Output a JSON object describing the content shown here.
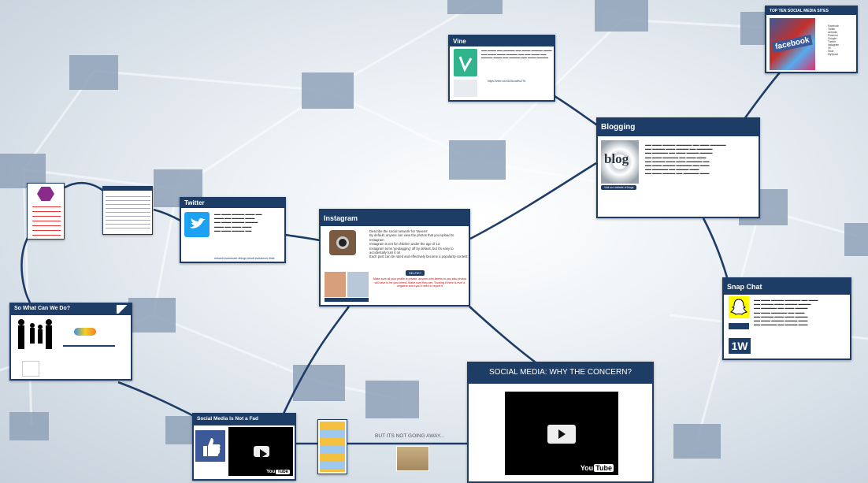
{
  "frames": {
    "vine": {
      "title": "Vine",
      "url": "https://vine.co/v/b25c4aHc2Tb"
    },
    "top_ten": {
      "title": "TOP TEN SOCIAL MEDIA SITES",
      "list": [
        "Facebook",
        "Twitter",
        "LinkedIn",
        "Pinterest",
        "Google+",
        "Tumblr",
        "Instagram",
        "VK",
        "Flickr",
        "MySpace"
      ],
      "image_text": "facebook"
    },
    "blogging": {
      "title": "Blogging",
      "image_text": "blog",
      "cta": "Visit our website of blogs"
    },
    "twitter": {
      "title": "Twitter",
      "footer": "#shanti #celebrate #blogs #stuff #whatever #like"
    },
    "instagram": {
      "title": "Instagram",
      "bullets": [
        "Describe the social network 'for 'tweens'",
        "By default, anyone can view the photos that you upload to Instagram",
        "Instagram is not for children under the age of 13",
        "Instagram turns 'geotagging' off by default, but it's easy to accidentally turn it on",
        "Each post can be rated and effectively become a popularity contest"
      ],
      "button": "SELFIE?",
      "warning": "Make sure all your profile is private, anyone who listens to you also photos will have to be your friend, Make sure they are, Trusting if there is ever a negative word you'll need to report it"
    },
    "snapchat": {
      "title": "Snap Chat",
      "logo": "1W"
    },
    "what_can_we_do": {
      "title": "So What Can We Do?"
    },
    "not_fad": {
      "title": "Social Media Is Not a Fad"
    },
    "why_concern": {
      "title": "SOCIAL MEDIA: WHY THE CONCERN?"
    },
    "going_away": {
      "caption": "BUT ITS NOT GOING AWAY..."
    },
    "youtube": {
      "label": "You",
      "label2": "Tube"
    }
  },
  "colors": {
    "frame_border": "#1d3d66",
    "frame_header": "#1d3d66",
    "connector": "#1d3d66",
    "bg_square": "#8fa2b8"
  }
}
